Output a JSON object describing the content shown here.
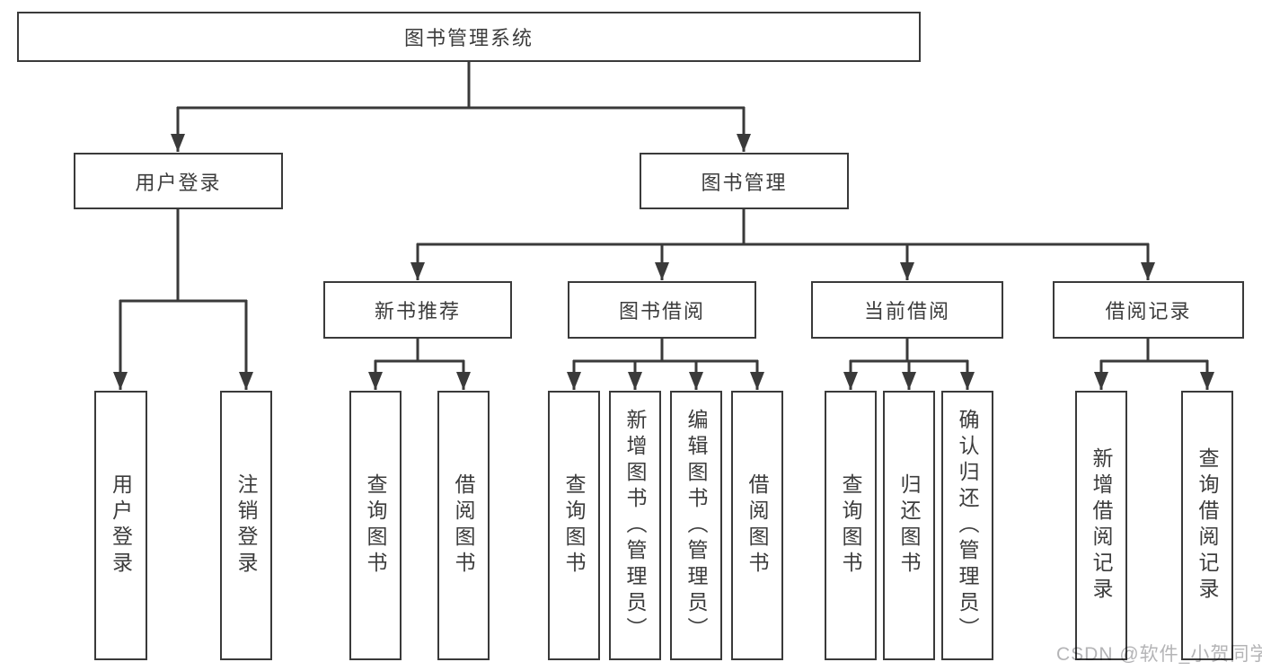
{
  "diagram_title": "图书管理系统",
  "tree": {
    "root": {
      "label": "图书管理系统"
    },
    "level2": [
      {
        "label": "用户登录"
      },
      {
        "label": "图书管理"
      }
    ],
    "level3": [
      {
        "label": "新书推荐"
      },
      {
        "label": "图书借阅"
      },
      {
        "label": "当前借阅"
      },
      {
        "label": "借阅记录"
      }
    ],
    "leaves": {
      "user_login": [
        {
          "label": "用户登录"
        },
        {
          "label": "注销登录"
        }
      ],
      "new_book_recommend": [
        {
          "label": "查询图书"
        },
        {
          "label": "借阅图书"
        }
      ],
      "book_borrow": [
        {
          "label": "查询图书"
        },
        {
          "label": "新增图书（管理员）"
        },
        {
          "label": "编辑图书（管理员）"
        },
        {
          "label": "借阅图书"
        }
      ],
      "current_borrow": [
        {
          "label": "查询图书"
        },
        {
          "label": "归还图书"
        },
        {
          "label": "确认归还（管理员）"
        }
      ],
      "borrow_records": [
        {
          "label": "新增借阅记录"
        },
        {
          "label": "查询借阅记录"
        }
      ]
    }
  },
  "watermark": {
    "text": "CSDN @软件_小贺同学"
  },
  "colors": {
    "line": "#3a3a3a",
    "text": "#3c3c3c",
    "background": "#ffffff",
    "watermark": "#b4b4b6"
  }
}
